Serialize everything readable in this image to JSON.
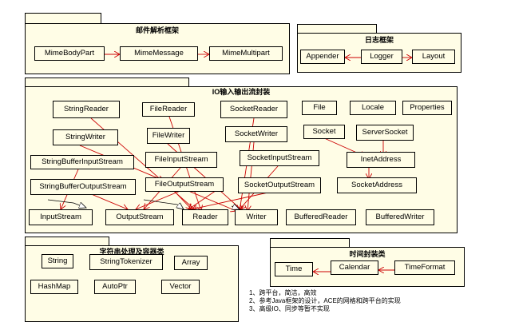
{
  "packages": {
    "mail": {
      "title": "邮件解析框架"
    },
    "log": {
      "title": "日志框架"
    },
    "io": {
      "title": "IO输入输出流封装"
    },
    "string": {
      "title": "字符串处理及容器类"
    },
    "time": {
      "title": "时间封装类"
    }
  },
  "classes": {
    "mime_body_part": "MimeBodyPart",
    "mime_message": "MimeMessage",
    "mime_multipart": "MimeMultipart",
    "appender": "Appender",
    "logger": "Logger",
    "layout": "Layout",
    "string_reader": "StringReader",
    "file_reader": "FileReader",
    "socket_reader": "SocketReader",
    "file": "File",
    "locale": "Locale",
    "properties": "Properties",
    "string_writer": "StringWriter",
    "file_writer": "FileWriter",
    "socket_writer": "SocketWriter",
    "socket": "Socket",
    "server_socket": "ServerSocket",
    "string_buffer_input_stream": "StringBufferInputStream",
    "file_input_stream": "FileInputStream",
    "socket_input_stream": "SocketInputStream",
    "inet_address": "InetAddress",
    "string_buffer_output_stream": "StringBufferOutputStream",
    "file_output_stream": "FileOutputStream",
    "socket_output_stream": "SocketOutputStream",
    "socket_address": "SocketAddress",
    "input_stream": "InputStream",
    "output_stream": "OutputStream",
    "reader": "Reader",
    "writer": "Writer",
    "buffered_reader": "BufferedReader",
    "buffered_writer": "BufferedWriter",
    "string": "String",
    "string_tokenizer": "StringTokenizer",
    "array": "Array",
    "hash_map": "HashMap",
    "auto_ptr": "AutoPtr",
    "vector": "Vector",
    "time": "Time",
    "calendar": "Calendar",
    "time_format": "TimeFormat"
  },
  "notes": [
    "1、跨平台，简洁，高效",
    "2、参考Java框架的设计，ACE的网格和跨平台的实现",
    "3、高级IO、同步等暂不实现"
  ]
}
